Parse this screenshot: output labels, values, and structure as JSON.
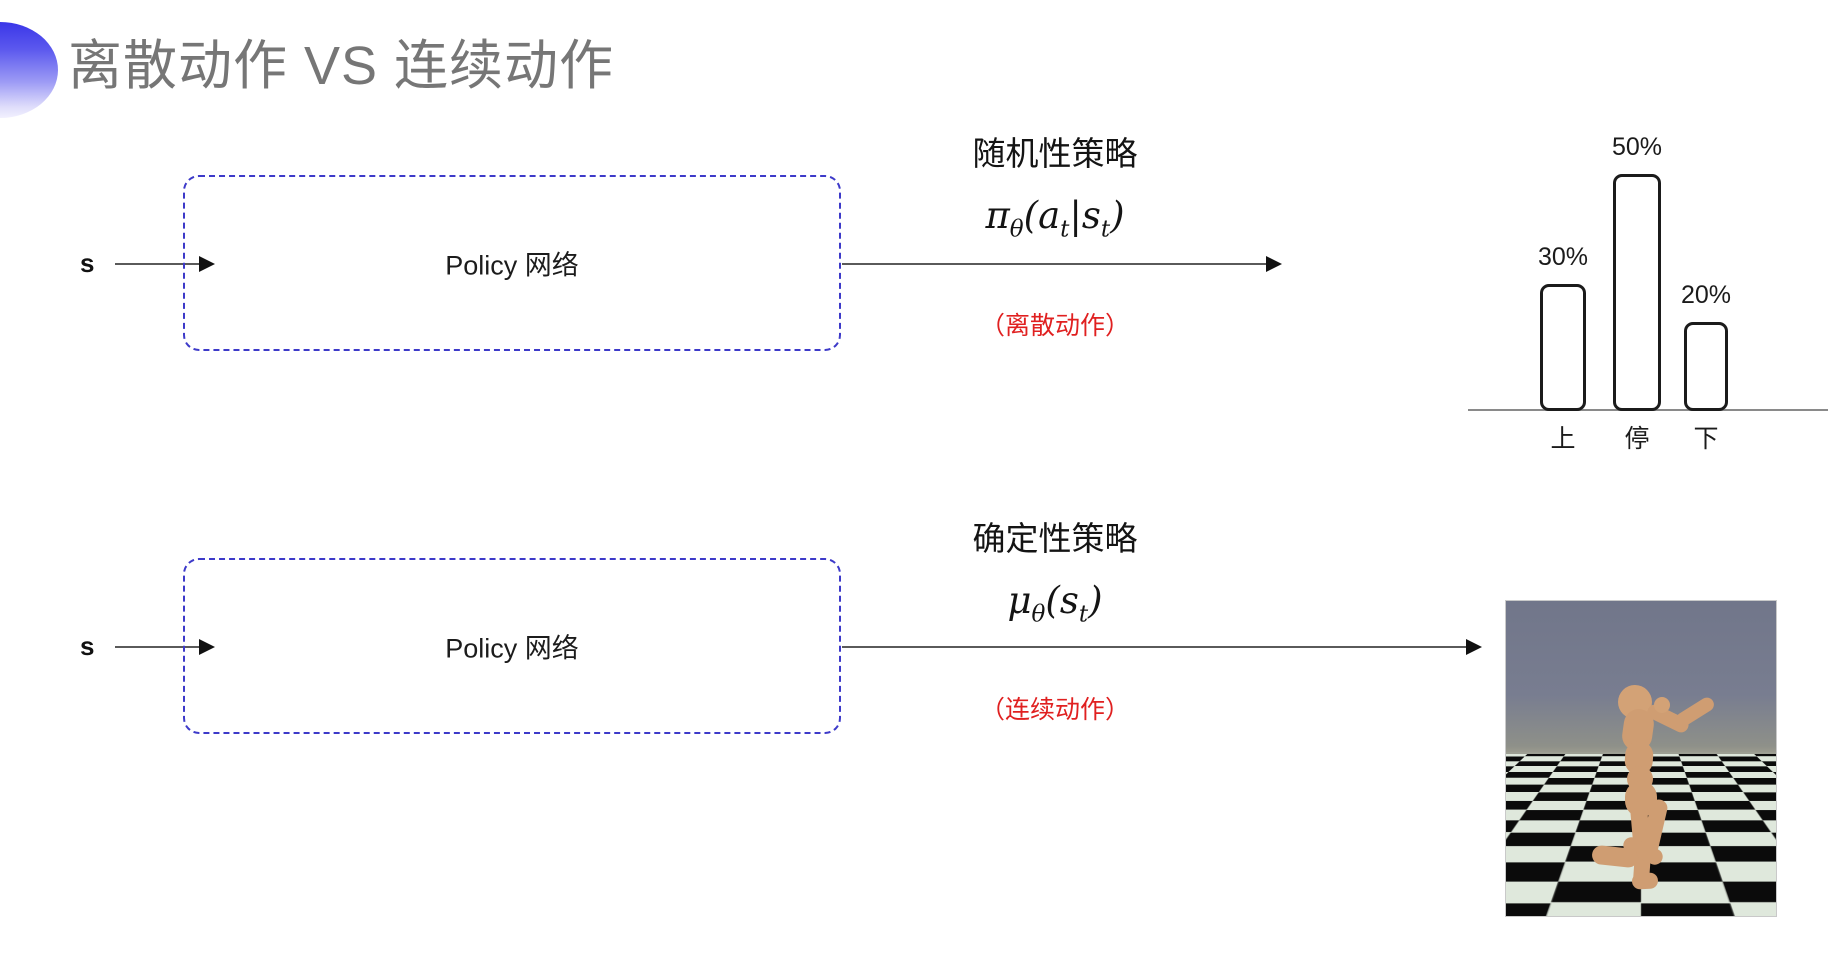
{
  "slide": {
    "title": "离散动作 VS 连续动作",
    "accent_color": "#3a36e8",
    "title_color": "#767676",
    "background": "#ffffff"
  },
  "rows": [
    {
      "id": "discrete",
      "input_label": "s",
      "box_label": "Policy 网络",
      "box_border_color": "#3d3ac9",
      "caption_title": "随机性策略",
      "caption_formula_main": "π",
      "caption_formula_sub": "θ",
      "caption_formula_args": "(a",
      "caption_formula_args_sub1": "t",
      "caption_formula_bar": "|s",
      "caption_formula_args_sub2": "t",
      "caption_formula_close": ")",
      "caption_note": "（离散动作）",
      "caption_note_color": "#e02020",
      "output_kind": "bar-chart"
    },
    {
      "id": "continuous",
      "input_label": "s",
      "box_label": "Policy 网络",
      "box_border_color": "#3d3ac9",
      "caption_title": "确定性策略",
      "caption_formula_main": "μ",
      "caption_formula_sub": "θ",
      "caption_formula_args": "(s",
      "caption_formula_args_sub1": "t",
      "caption_formula_bar": "",
      "caption_formula_args_sub2": "",
      "caption_formula_close": ")",
      "caption_note": "（连续动作）",
      "caption_note_color": "#e02020",
      "output_kind": "humanoid-sim"
    }
  ],
  "chart_data": {
    "type": "bar",
    "title": "",
    "xlabel": "",
    "ylabel": "",
    "categories": [
      "上",
      "停",
      "下"
    ],
    "values": [
      30,
      50,
      20
    ],
    "value_labels": [
      "30%",
      "50%",
      "20%"
    ],
    "ylim": [
      0,
      60
    ],
    "grid": false,
    "legend": "none",
    "bar_fill": "#ffffff",
    "bar_stroke": "#1b1b1b"
  },
  "sim": {
    "description": "humanoid-simulation",
    "sky_color": "#71768a",
    "floor_colors": [
      "#0b0b0b",
      "#dfe8dc"
    ],
    "body_color": "#cf9d72"
  }
}
